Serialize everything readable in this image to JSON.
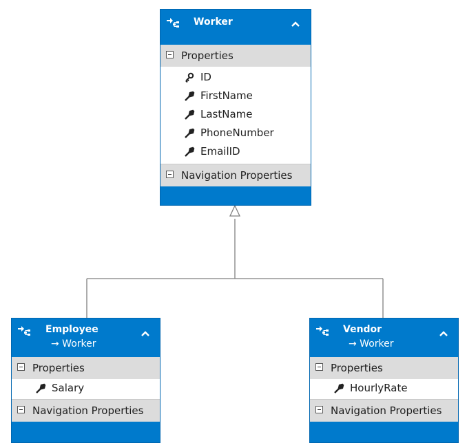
{
  "colors": {
    "accent": "#007acc",
    "section_bg": "#dcdcdc",
    "connector": "#7f7f7f"
  },
  "entities": {
    "worker": {
      "title": "Worker",
      "sections": {
        "properties": "Properties",
        "navigation": "Navigation Properties"
      },
      "properties": [
        {
          "name": "ID",
          "icon": "key-icon"
        },
        {
          "name": "FirstName",
          "icon": "wrench-icon"
        },
        {
          "name": "LastName",
          "icon": "wrench-icon"
        },
        {
          "name": "PhoneNumber",
          "icon": "wrench-icon"
        },
        {
          "name": "EmailID",
          "icon": "wrench-icon"
        }
      ]
    },
    "employee": {
      "title": "Employee",
      "base": "→ Worker",
      "sections": {
        "properties": "Properties",
        "navigation": "Navigation Properties"
      },
      "properties": [
        {
          "name": "Salary",
          "icon": "wrench-icon"
        }
      ]
    },
    "vendor": {
      "title": "Vendor",
      "base": "→ Worker",
      "sections": {
        "properties": "Properties",
        "navigation": "Navigation Properties"
      },
      "properties": [
        {
          "name": "HourlyRate",
          "icon": "wrench-icon"
        }
      ]
    }
  }
}
